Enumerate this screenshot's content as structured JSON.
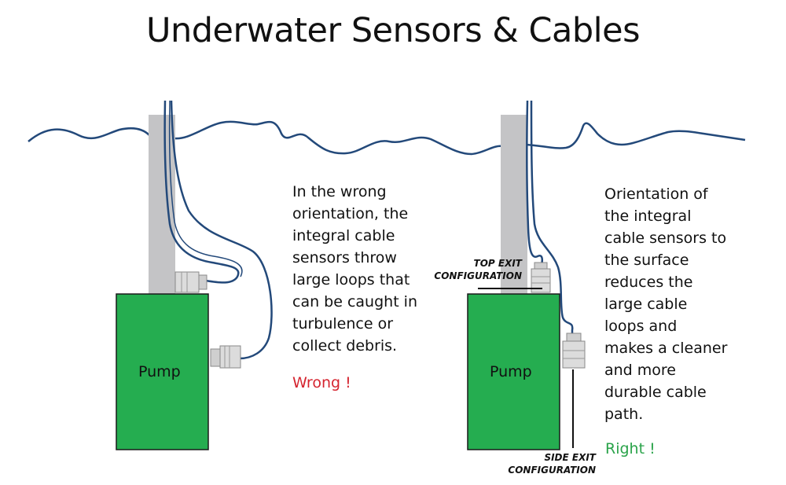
{
  "title": "Underwater Sensors & Cables",
  "wrong_panel": {
    "description_lines": [
      "In the wrong",
      "orientation, the",
      "integral cable",
      "sensors throw",
      "large loops that",
      "can be caught in",
      "turbulence or",
      "collect debris."
    ],
    "verdict": "Wrong !",
    "pump_label": "Pump"
  },
  "right_panel": {
    "description_lines": [
      "Orientation of",
      "the integral",
      "cable sensors to",
      "the surface",
      "reduces the",
      "large cable",
      "loops and",
      "makes a cleaner",
      "and more",
      "durable cable",
      "path."
    ],
    "verdict": "Right !",
    "pump_label": "Pump",
    "top_exit_label": [
      "TOP EXIT",
      "CONFIGURATION"
    ],
    "side_exit_label": [
      "SIDE EXIT",
      "CONFIGURATION"
    ]
  },
  "colors": {
    "water_line": "#23497a",
    "cable": "#23497a",
    "pump": "#25ad50",
    "pipe": "#c4c4c6",
    "wrong": "#d5242f",
    "right": "#2aa34a"
  }
}
